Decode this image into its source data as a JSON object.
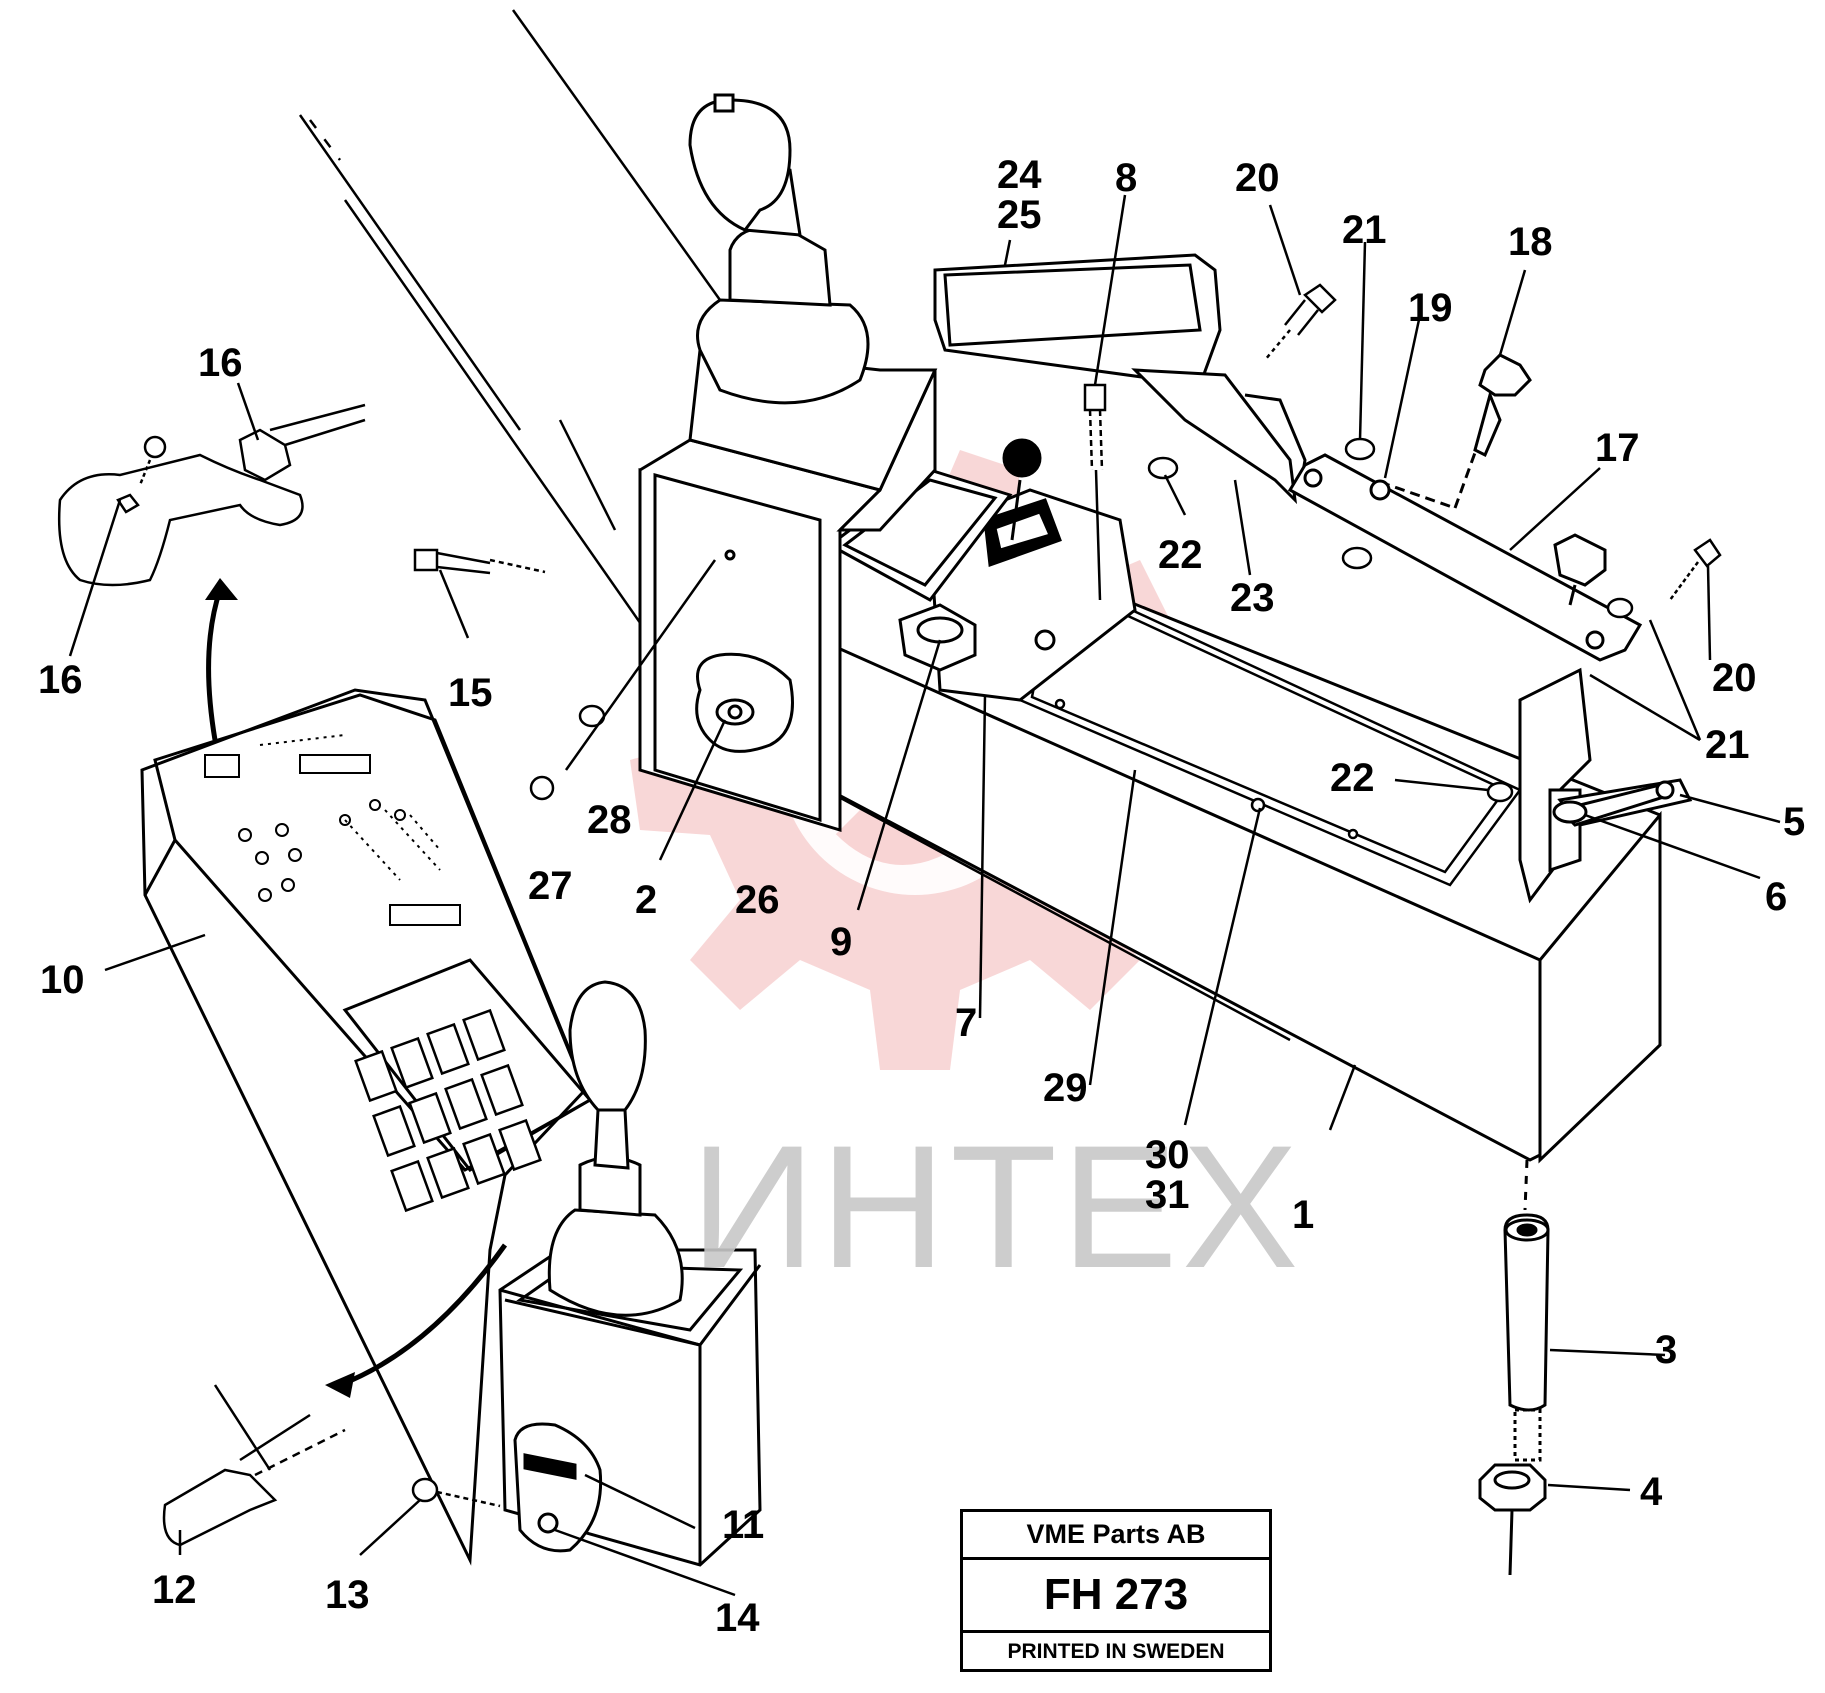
{
  "diagram": {
    "callouts": [
      {
        "id": "1",
        "text": "1"
      },
      {
        "id": "2",
        "text": "2"
      },
      {
        "id": "3",
        "text": "3"
      },
      {
        "id": "4",
        "text": "4"
      },
      {
        "id": "5",
        "text": "5"
      },
      {
        "id": "6",
        "text": "6"
      },
      {
        "id": "7",
        "text": "7"
      },
      {
        "id": "8",
        "text": "8"
      },
      {
        "id": "9",
        "text": "9"
      },
      {
        "id": "10",
        "text": "10"
      },
      {
        "id": "11",
        "text": "11"
      },
      {
        "id": "12",
        "text": "12"
      },
      {
        "id": "13",
        "text": "13"
      },
      {
        "id": "14",
        "text": "14"
      },
      {
        "id": "15",
        "text": "15"
      },
      {
        "id": "16a",
        "text": "16"
      },
      {
        "id": "16b",
        "text": "16"
      },
      {
        "id": "17",
        "text": "17"
      },
      {
        "id": "18",
        "text": "18"
      },
      {
        "id": "19",
        "text": "19"
      },
      {
        "id": "20a",
        "text": "20"
      },
      {
        "id": "20b",
        "text": "20"
      },
      {
        "id": "21a",
        "text": "21"
      },
      {
        "id": "21b",
        "text": "21"
      },
      {
        "id": "22a",
        "text": "22"
      },
      {
        "id": "22b",
        "text": "22"
      },
      {
        "id": "23",
        "text": "23"
      },
      {
        "id": "24-25",
        "text": "24\n25"
      },
      {
        "id": "26",
        "text": "26"
      },
      {
        "id": "27",
        "text": "27"
      },
      {
        "id": "28",
        "text": "28"
      },
      {
        "id": "29",
        "text": "29"
      },
      {
        "id": "30-31",
        "text": "30\n31"
      }
    ],
    "watermark_text": "ИНТЕХ"
  },
  "title_block": {
    "company": "VME Parts AB",
    "drawing_code": "FH 273",
    "printed": "PRINTED IN SWEDEN"
  },
  "colors": {
    "line": "#000000",
    "watermark_logo": "#f4c4c4",
    "watermark_text": "#c8c8c8",
    "background": "#ffffff"
  }
}
